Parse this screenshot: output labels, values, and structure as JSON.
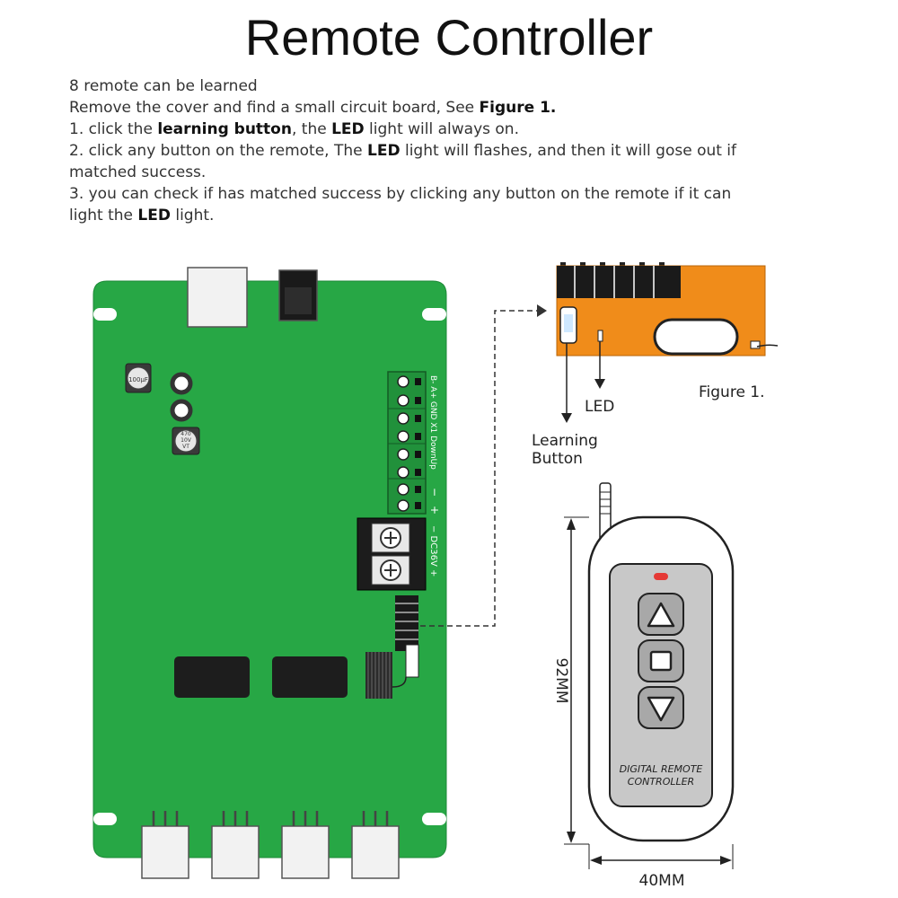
{
  "title": "Remote Controller",
  "instructions": {
    "line1": "8 remote can be learned",
    "line2_pre": "Remove the cover and find a small circuit board, See ",
    "line2_bold": "Figure 1.",
    "line3_pre": "1. click the ",
    "line3_bold1": "learning button",
    "line3_mid": ", the ",
    "line3_bold2": "LED",
    "line3_post": " light will always on.",
    "line4_pre": "2. click any button on the remote, The ",
    "line4_bold": "LED",
    "line4_post": " light will flashes, and then it will gose out if",
    "line4_cont": "matched success.",
    "line5": "3. you can check if has matched success by clicking any button on the remote if it can",
    "line5_cont_pre": "light the ",
    "line5_cont_bold": "LED",
    "line5_cont_post": " light."
  },
  "board": {
    "terminal_labels": "B- A+ GND X1 DownUp",
    "power_minus": "−",
    "power_plus": "+",
    "power_label": "− DC36V +",
    "capacitor1": "100µF",
    "capacitor2_l1": "470",
    "capacitor2_l2": "10V",
    "capacitor2_l3": "VT"
  },
  "module": {
    "figure_label": "Figure 1.",
    "led_label": "LED",
    "learning_label_l1": "Learning",
    "learning_label_l2": "Button"
  },
  "remote": {
    "text_l1": "DIGITAL REMOTE",
    "text_l2": "CONTROLLER",
    "height_dim": "92MM",
    "width_dim": "40MM"
  },
  "colors": {
    "pcb_green": "#27a745",
    "module_orange": "#f08c1a",
    "remote_gray": "#c8c8c8"
  }
}
